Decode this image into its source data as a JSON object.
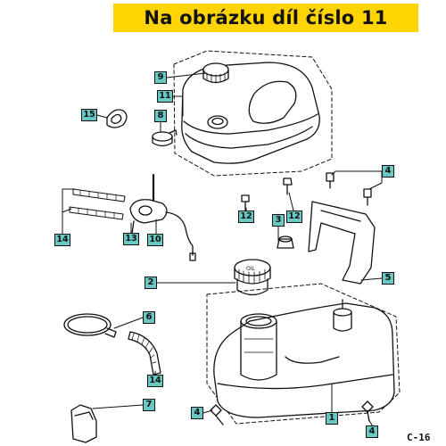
{
  "banner": {
    "text": "Na obrázku díl číslo 11",
    "background": "#ffd400"
  },
  "callout_color": "#69c8c4",
  "callouts": {
    "c9": "9",
    "c11": "11",
    "c15": "15",
    "c8": "8",
    "c4a": "4",
    "c12a": "12",
    "c3": "3",
    "c12b": "12",
    "c14a": "14",
    "c13": "13",
    "c10": "10",
    "c2": "2",
    "c5": "5",
    "c6": "6",
    "c14b": "14",
    "c7": "7",
    "c1": "1",
    "c4b": "4",
    "c4c": "4"
  },
  "page_code": "C-16"
}
